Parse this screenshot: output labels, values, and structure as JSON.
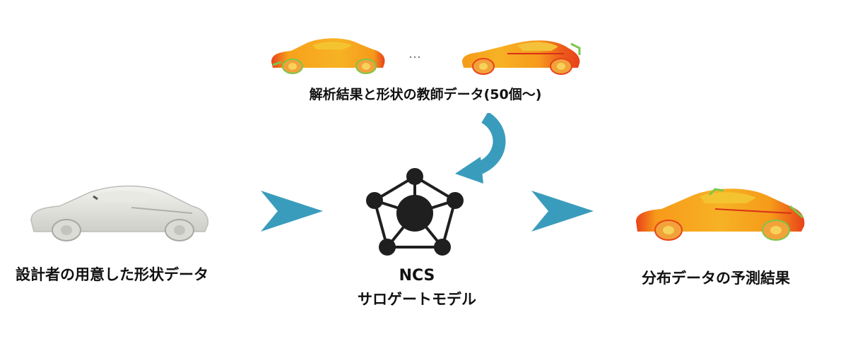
{
  "training_data": {
    "ellipsis": "…",
    "caption": "解析結果と形状の教師データ(50個～)"
  },
  "input": {
    "caption": "設計者の用意した形状データ"
  },
  "model": {
    "line1": "NCS",
    "line2": "サロゲートモデル"
  },
  "output": {
    "caption": "分布データの予測結果"
  },
  "colors": {
    "arrow": "#3a9cbc",
    "node": "#1f1f1f",
    "car_plain": "#e6e6e2",
    "heat_warm": "#f7a21b",
    "heat_hot": "#e8421a",
    "heat_cool": "#7cc64a"
  }
}
